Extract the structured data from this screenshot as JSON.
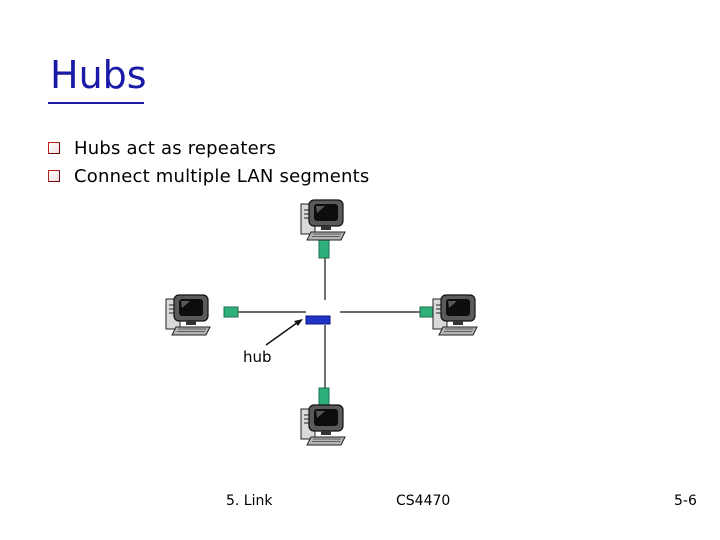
{
  "title": "Hubs",
  "bullets": [
    "Hubs act as repeaters",
    "Connect multiple LAN segments"
  ],
  "diagram": {
    "hub_label": "hub",
    "node_icons": [
      "computer-icon",
      "computer-icon",
      "computer-icon",
      "computer-icon"
    ]
  },
  "footer": {
    "chapter": "5. Link",
    "course": "CS4470",
    "page": "5-6"
  },
  "colors": {
    "title": "#1a1aa6",
    "bullet": "#b81d1d",
    "hub": "#1f33c9",
    "connector": "#2eb07a"
  }
}
